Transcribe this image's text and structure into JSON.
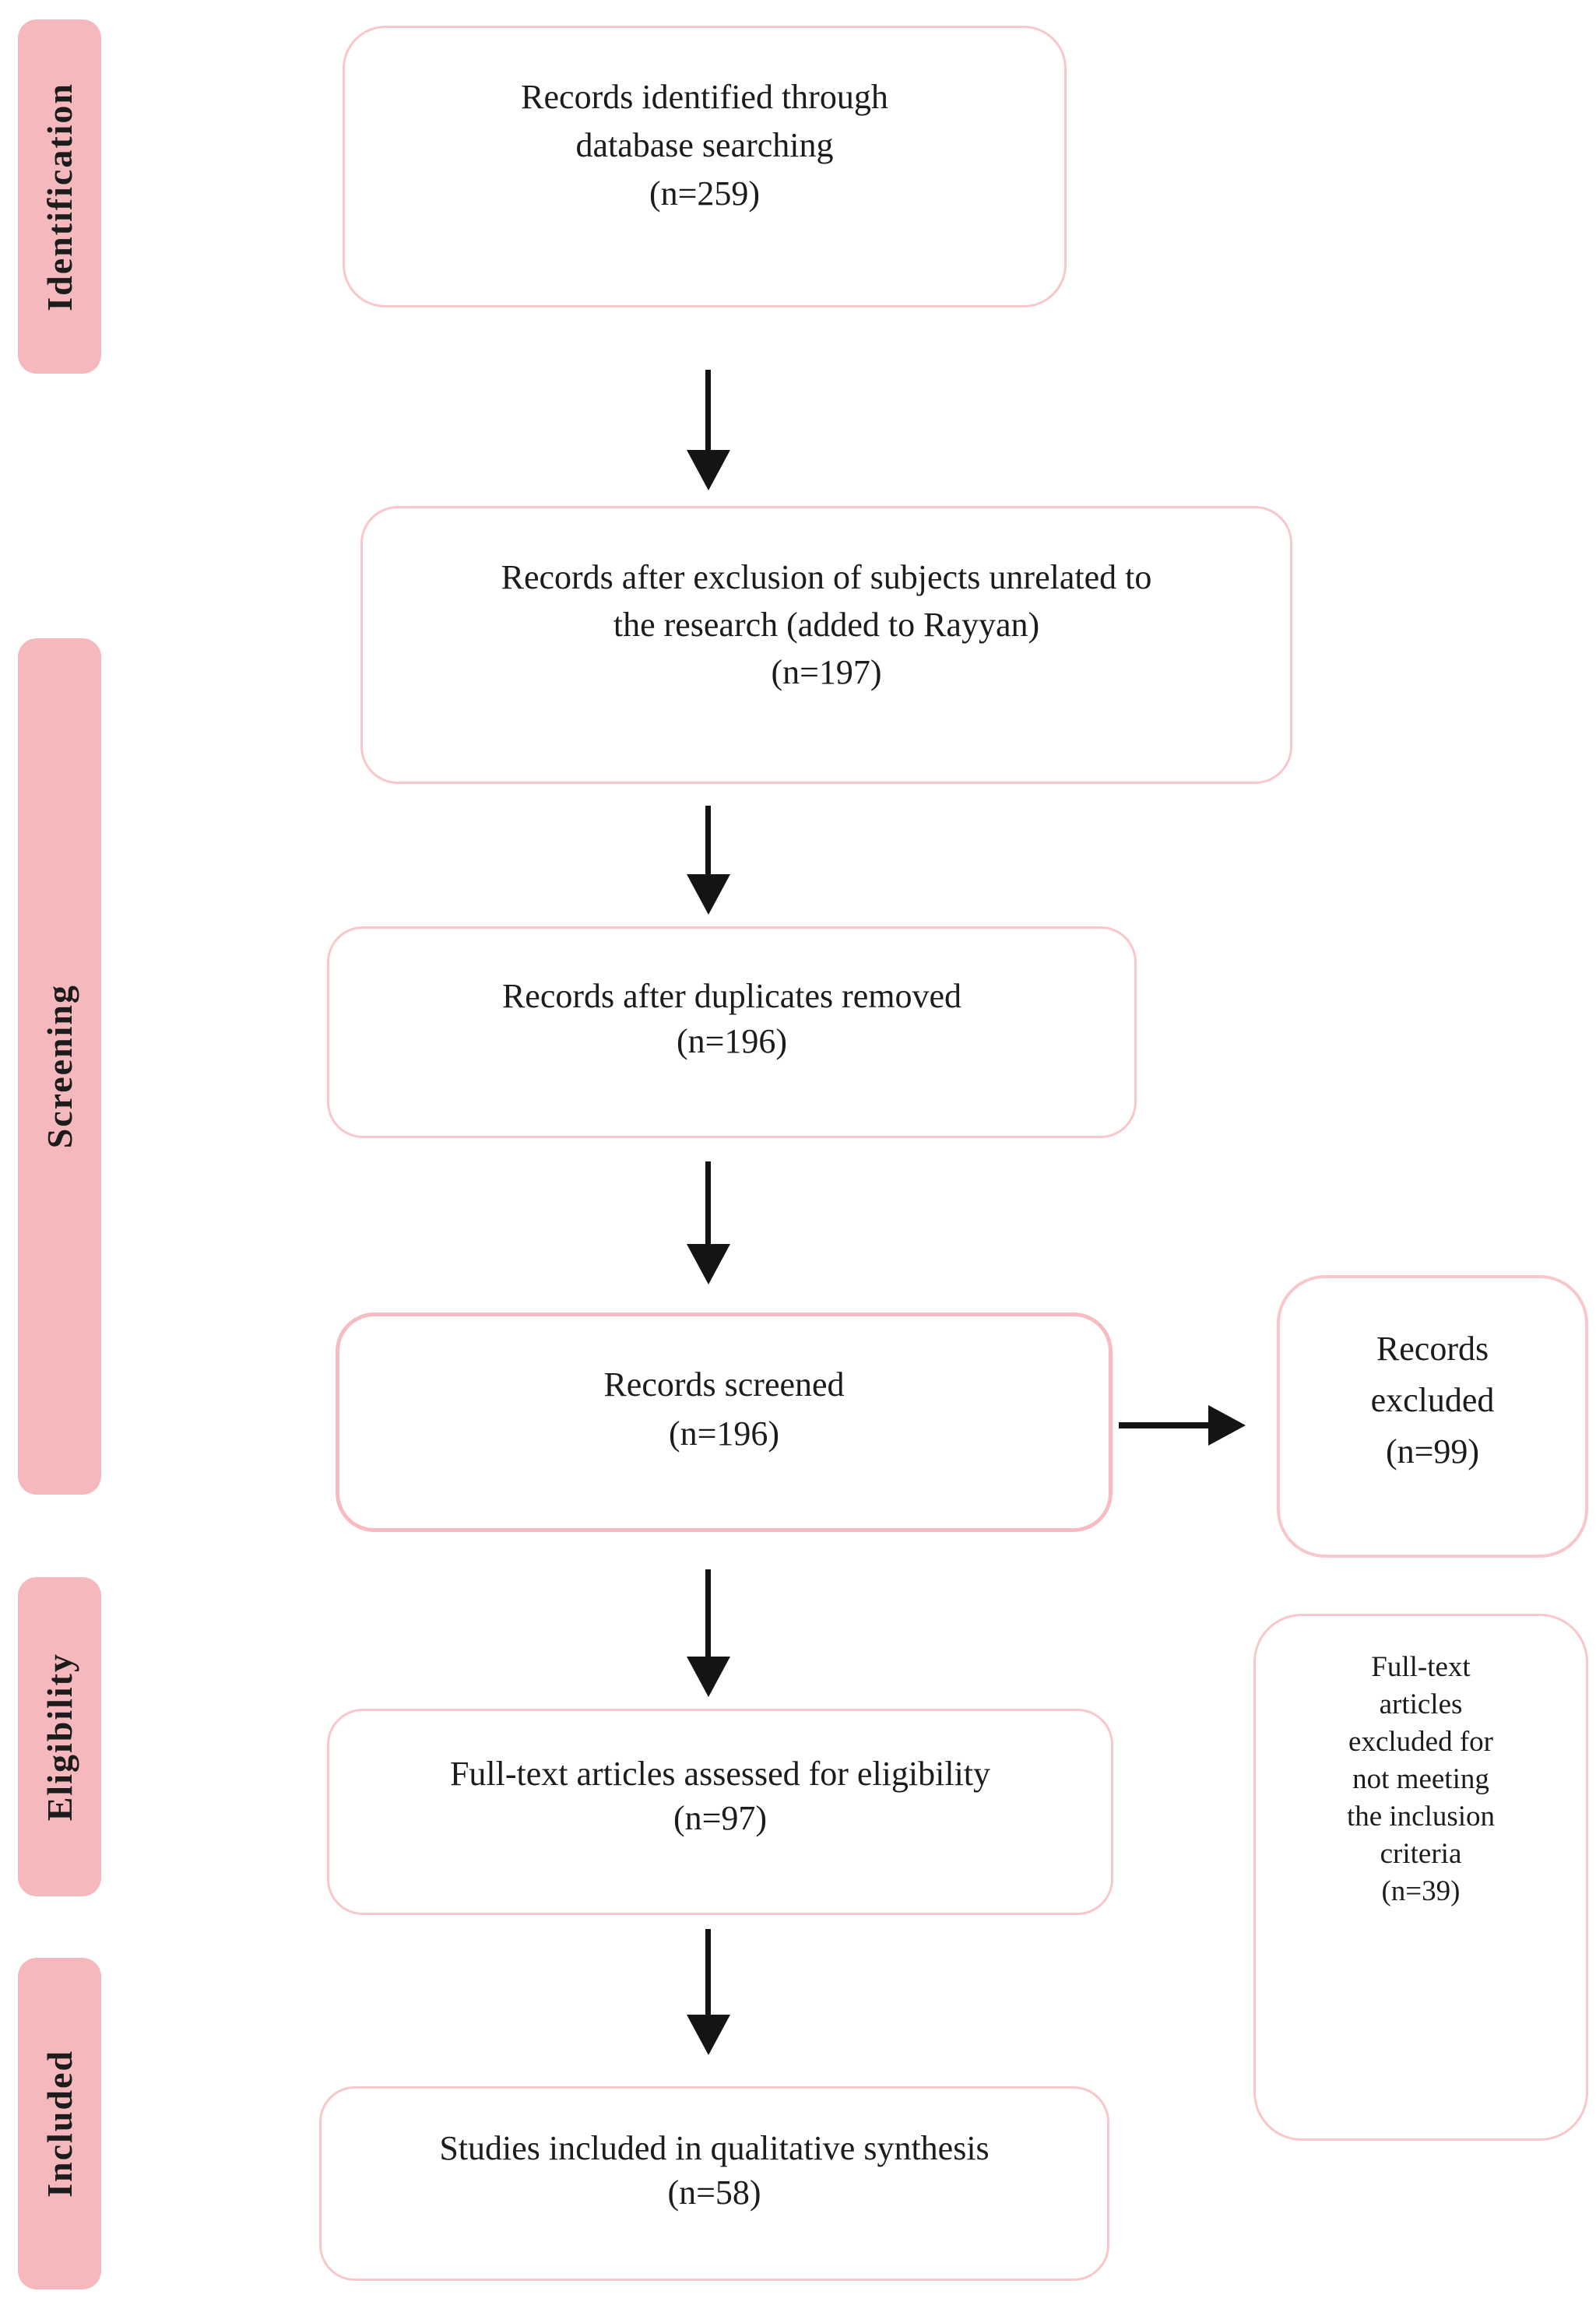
{
  "colors": {
    "stage_band_fill": "#f5b8bd",
    "box_border": "#f9c6cb",
    "box_border_strong": "#f6bcc2",
    "box_fill": "#ffffff",
    "arrow": "#141414",
    "text": "#1c1c1c"
  },
  "stages": [
    {
      "label": "Identification"
    },
    {
      "label": "Screening"
    },
    {
      "label": "Eligibility"
    },
    {
      "label": "Included"
    }
  ],
  "boxes": {
    "identified": {
      "lines": [
        "Records identified through",
        "database searching",
        "(n=259)"
      ]
    },
    "after_exclusion": {
      "lines": [
        "Records after exclusion of subjects unrelated to",
        "the research (added to Rayyan)",
        "(n=197)"
      ]
    },
    "duplicates_removed": {
      "lines": [
        "Records after duplicates removed",
        "(n=196)"
      ]
    },
    "screened": {
      "lines": [
        "Records screened",
        "(n=196)"
      ]
    },
    "records_excluded": {
      "lines": [
        "Records",
        "excluded",
        "(n=99)"
      ]
    },
    "fulltext_assessed": {
      "lines": [
        "Full-text articles assessed for eligibility",
        "(n=97)"
      ]
    },
    "fulltext_excluded": {
      "lines": [
        "Full-text",
        "articles",
        "excluded for",
        "not meeting",
        "the inclusion",
        "criteria",
        "(n=39)"
      ]
    },
    "included_synthesis": {
      "lines": [
        "Studies included in qualitative synthesis",
        "(n=58)"
      ]
    }
  }
}
